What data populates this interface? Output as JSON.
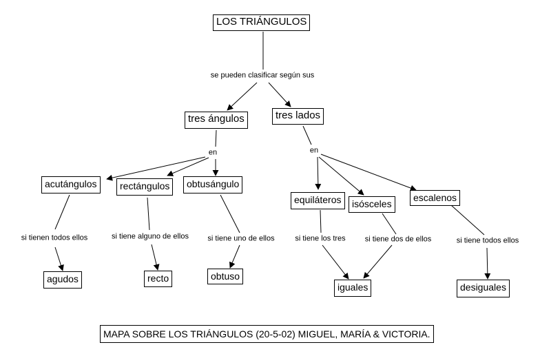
{
  "concepts": {
    "root": "LOS TRIÁNGULOS",
    "angles": "tres ángulos",
    "sides": "tres lados",
    "acute": "acutángulos",
    "right": "rectángulos",
    "obtuse": "obtusángulo",
    "equilateral": "equiláteros",
    "isosceles": "isósceles",
    "scalene": "escalenos",
    "sharp": "agudos",
    "straight": "recto",
    "obtuse_result": "obtuso",
    "equal": "iguales",
    "unequal": "desiguales"
  },
  "links": {
    "classify": "se pueden clasificar según sus",
    "en_angles": "en",
    "en_sides": "en",
    "all_acute": "si tienen todos ellos",
    "some_right": "si tiene alguno de ellos",
    "one_obtuse": "si tiene uno de ellos",
    "three_equal": "si tiene los tres",
    "two_equal": "si tiene dos de ellos",
    "all_unequal": "si tiene todos ellos"
  },
  "footer": "MAPA SOBRE LOS TRIÁNGULOS (20-5-02) MIGUEL, MARÍA & VICTORIA."
}
